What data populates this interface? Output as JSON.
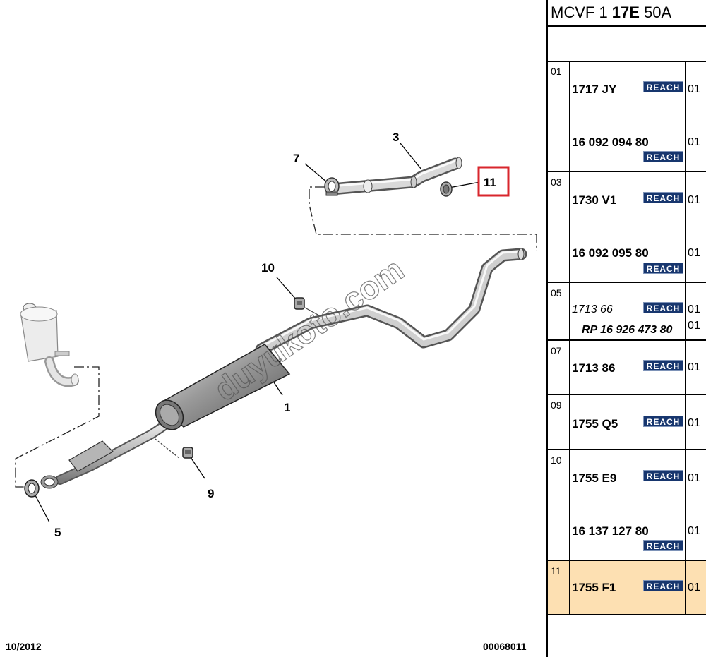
{
  "panel": {
    "header": {
      "prefix": "MCVF 1 ",
      "bold": "17E",
      "suffix": " 50A"
    },
    "rows": [
      {
        "idx": "01",
        "refs": [
          {
            "code": "1717 JY",
            "qty": "01",
            "reach": "REACH"
          },
          {
            "code": "16 092 094 80",
            "qty": "01",
            "reach": "REACH"
          }
        ]
      },
      {
        "idx": "03",
        "refs": [
          {
            "code": "1730 V1",
            "qty": "01",
            "reach": "REACH"
          },
          {
            "code": "16 092 095 80",
            "qty": "01",
            "reach": "REACH"
          }
        ]
      },
      {
        "idx": "05",
        "refs": [
          {
            "code": "1713 66",
            "qty": "01",
            "reach": "REACH"
          },
          {
            "code": "RP 16 926 473 80",
            "qty": "01"
          }
        ]
      },
      {
        "idx": "07",
        "refs": [
          {
            "code": "1713 86",
            "qty": "01",
            "reach": "REACH"
          }
        ]
      },
      {
        "idx": "09",
        "refs": [
          {
            "code": "1755 Q5",
            "qty": "01",
            "reach": "REACH"
          }
        ]
      },
      {
        "idx": "10",
        "refs": [
          {
            "code": "1755 E9",
            "qty": "01",
            "reach": "REACH"
          },
          {
            "code": "16 137 127 80",
            "qty": "01",
            "reach": "REACH"
          }
        ]
      },
      {
        "idx": "11",
        "refs": [
          {
            "code": "1755 F1",
            "qty": "01",
            "reach": "REACH"
          }
        ]
      }
    ],
    "highlight_color": "#fde0b2"
  },
  "diagram": {
    "callouts": {
      "c1": "1",
      "c3": "3",
      "c5": "5",
      "c7": "7",
      "c9": "9",
      "c10": "10",
      "c11": "11"
    },
    "highlight_border_color": "#d8262c",
    "watermark": "duyukoto.com"
  },
  "footer": {
    "date": "10/2012",
    "code": "00068011"
  }
}
